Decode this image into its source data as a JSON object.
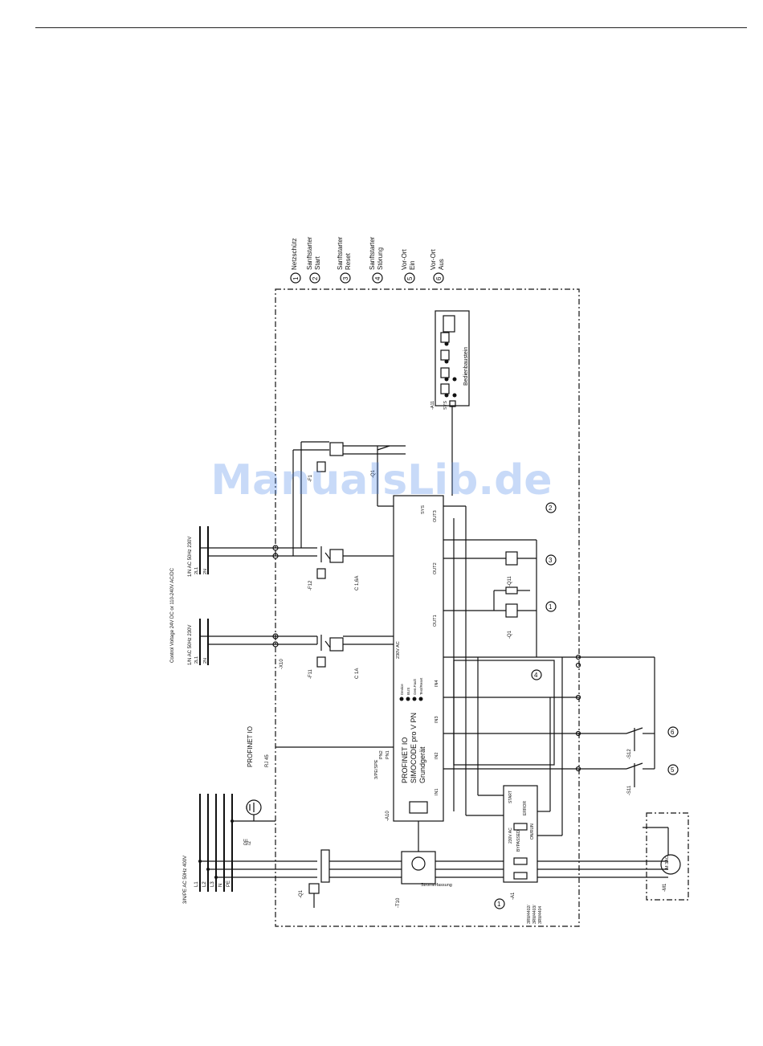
{
  "legend": [
    {
      "num": "1",
      "lines": [
        "Netzschütz"
      ]
    },
    {
      "num": "2",
      "lines": [
        "Sanftstarter",
        "Start"
      ]
    },
    {
      "num": "3",
      "lines": [
        "Sanftstarter",
        "Reset"
      ]
    },
    {
      "num": "4",
      "lines": [
        "Sanftstarter",
        "Störung"
      ]
    },
    {
      "num": "5",
      "lines": [
        "Vor-Ort",
        "Ein"
      ]
    },
    {
      "num": "6",
      "lines": [
        "Vor-Ort",
        "Aus"
      ]
    }
  ],
  "supply": {
    "main": "3/N/PE AC 50Hz 400V",
    "phases": [
      "L1",
      "L2",
      "L3",
      "N",
      "PE"
    ],
    "ctrl1": "1/N AC 50Hz 230V",
    "ctrl2": "1/N AC 50Hz 230V",
    "ctrl_voltage": "Control Voltage 24V DC or 110-240V AC/DC",
    "ctrl_terms": [
      "2L1",
      "2N"
    ],
    "pe_ref": "/2",
    "pe_label": "PE"
  },
  "devices": {
    "q1": "-Q1",
    "q1_contact": "-Q1",
    "q11": "-Q11",
    "f11": "-F11",
    "f11_rating": "C 1A",
    "f12": "-F12",
    "f12_rating": "C 1,6A",
    "f1": "-F1",
    "x10": "-X10",
    "t10": "-T10",
    "t10_name": "Stromerfassung",
    "a10": "-A10",
    "a11": "-A11",
    "a1": "-A1",
    "a1_types": [
      "3RW4402/",
      "3RW4403/",
      "3RW4404"
    ],
    "s11": "-S11",
    "s12": "-S12",
    "m1": "-M1",
    "motor": "M\n3AC",
    "profinet": "PROFINET IO",
    "rj45": "RJ 45"
  },
  "simocode": {
    "line1": "PROFINET IO",
    "line2": "SIMOCODE pro V PN",
    "line3": "Grundgerät",
    "supply": "230V AC",
    "leds": [
      "Device",
      "BUS",
      "Gen.Fault",
      "Test/Reset"
    ],
    "inputs": [
      "IN1",
      "IN2",
      "IN3",
      "IN4"
    ],
    "outputs": [
      "OUT1",
      "OUT2",
      "OUT3"
    ],
    "sys": "SYS",
    "ports": [
      "PN1",
      "PN2"
    ],
    "port_misc": "3/PE/SPE"
  },
  "panel": {
    "name": "Bedienbaustein",
    "sys": "SYS"
  },
  "softstarter": {
    "start": "START",
    "supply": "230V AC",
    "error": "ERROR",
    "bypass": "BYPASSED",
    "on_run": "ON/RUN",
    "range": "3RW4402"
  },
  "watermark": "ManualsLib.de"
}
